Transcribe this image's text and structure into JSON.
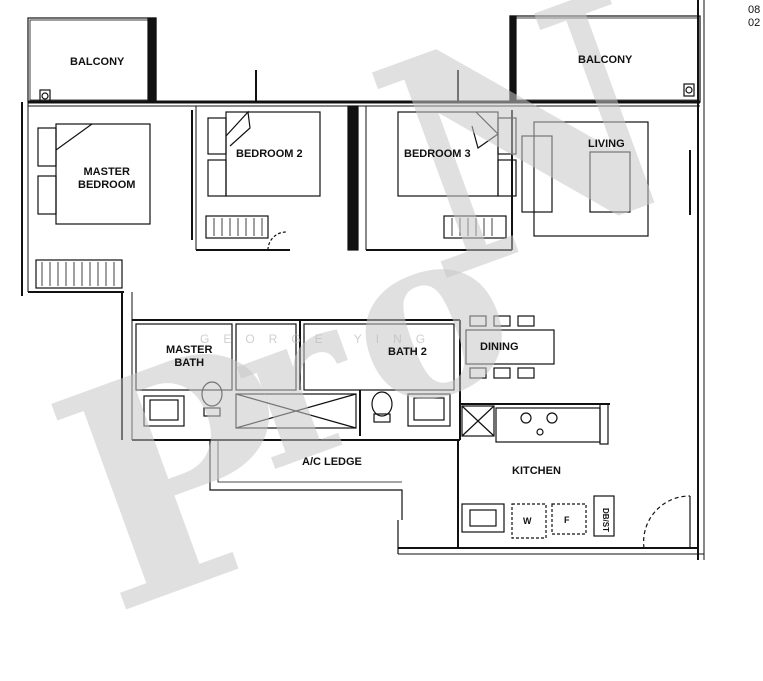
{
  "corner_text": [
    "08",
    "02"
  ],
  "rooms": {
    "balcony_left": "BALCONY",
    "balcony_right": "BALCONY",
    "master_bedroom_line1": "MASTER",
    "master_bedroom_line2": "BEDROOM",
    "bedroom_2": "BEDROOM 2",
    "bedroom_3": "BEDROOM 3",
    "living": "LIVING",
    "master_bath_line1": "MASTER",
    "master_bath_line2": "BATH",
    "bath_2": "BATH 2",
    "dining": "DINING",
    "ac_ledge": "A/C LEDGE",
    "kitchen": "KITCHEN"
  },
  "appliances": {
    "washer": "W",
    "fridge": "F",
    "db_st": "DB/ST"
  },
  "watermark": {
    "letters": [
      "P",
      "r",
      "o",
      "N"
    ],
    "ghost_text": "GEORGE  YING"
  }
}
